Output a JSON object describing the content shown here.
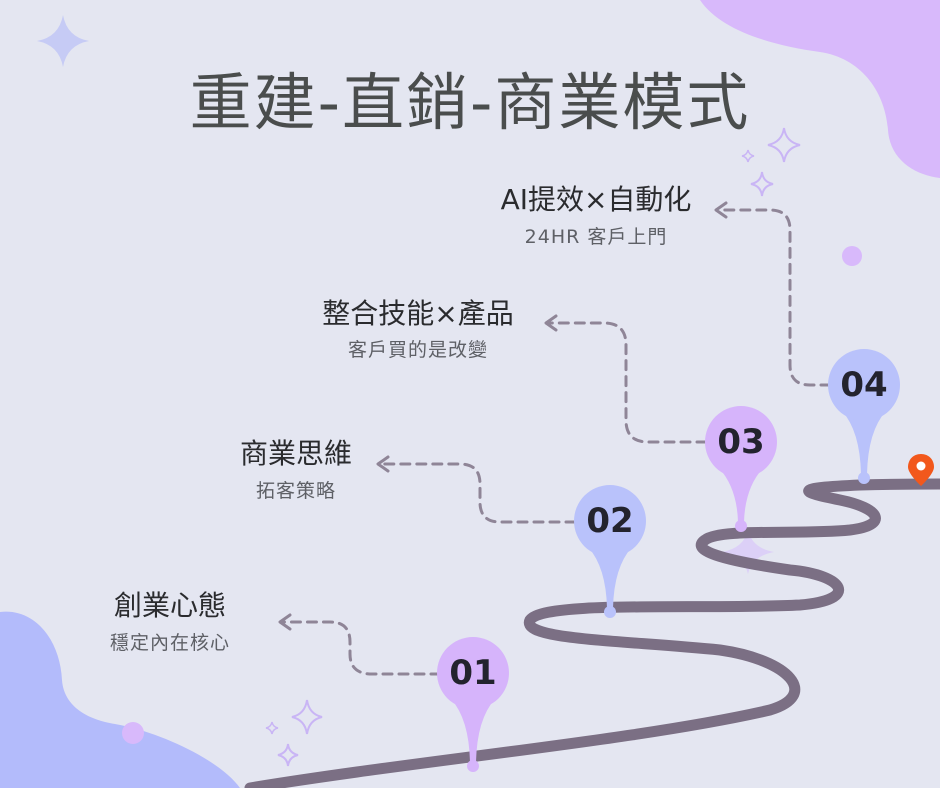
{
  "title": "重建-直銷-商業模式",
  "steps": [
    {
      "number": "01",
      "title": "創業心態",
      "subtitle": "穩定內在核心",
      "color": "#d6b4fb"
    },
    {
      "number": "02",
      "title": "商業思維",
      "subtitle": "拓客策略",
      "color": "#b9c2fb"
    },
    {
      "number": "03",
      "title": "整合技能×產品",
      "subtitle": "客戶買的是改變",
      "color": "#d6b4fb"
    },
    {
      "number": "04",
      "title": "AI提效×自動化",
      "subtitle": "24HR 客戶上門",
      "color": "#b9c2fb"
    }
  ],
  "colors": {
    "background": "#e4e6f1",
    "road": "#7b6f84",
    "dashes": "#8f8597",
    "blob_purple": "#d8b9fb",
    "blob_blue": "#b3bbfb",
    "pin": "#f2581c",
    "sparkle": "#c9b5f5"
  },
  "icons": [
    "sparkle-icon",
    "location-pin-icon"
  ]
}
